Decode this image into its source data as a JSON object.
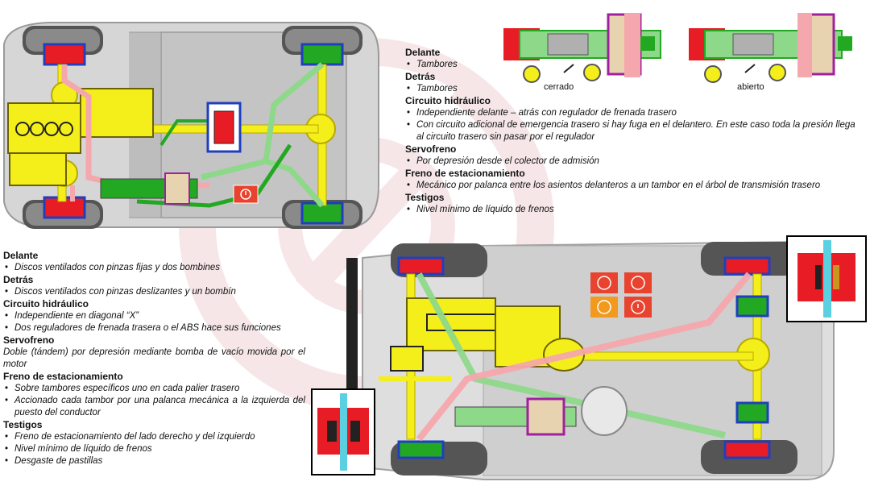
{
  "colors": {
    "engine": "#f4ef1a",
    "front_hydraulic": "#f4a7ac",
    "rear_hydraulic": "#8ed88a",
    "emergency_circuit": "#22a822",
    "caliper": "#e81c24",
    "drum_frame": "#1f3fbf",
    "watermark": "#e8b8bc",
    "warning_lamp": "#e8432e",
    "warning_lamp_amber": "#f29a1e"
  },
  "rear_system": {
    "sections": [
      {
        "heading": "Delante",
        "items": [
          "Tambores"
        ]
      },
      {
        "heading": "Detrás",
        "items": [
          "Tambores"
        ]
      },
      {
        "heading": "Circuito hidráulico",
        "items": [
          "Independiente delante – atrás con regulador de frenada trasero",
          "Con circuito adicional de emergencia trasero si hay fuga en el delantero. En este caso toda la presión llega al circuito trasero sin pasar por el regulador"
        ]
      },
      {
        "heading": "Servofreno",
        "items": [
          "Por depresión desde el colector de admisión"
        ]
      },
      {
        "heading": "Freno de estacionamiento",
        "items": [
          "Mecánico por palanca entre los asientos delanteros a un tambor en el árbol de transmisión trasero"
        ]
      },
      {
        "heading": "Testigos",
        "items": [
          "Nivel mínimo de líquido de frenos"
        ]
      }
    ]
  },
  "front_system": {
    "sections": [
      {
        "heading": "Delante",
        "items": [
          "Discos ventilados con pinzas fijas y dos bombines"
        ]
      },
      {
        "heading": "Detrás",
        "items": [
          "Discos ventilados con pinzas deslizantes y un bombín"
        ]
      },
      {
        "heading": "Circuito hidráulico",
        "items": [
          "Independiente en diagonal “X”",
          "Dos reguladores de frenada trasera o el ABS hace sus funciones"
        ]
      },
      {
        "heading": "Servofreno",
        "paragraph": "Doble (tándem) por depresión mediante bomba de vacío movida por el motor"
      },
      {
        "heading": "Freno de estacionamiento",
        "items": [
          "Sobre tambores específicos uno en cada palier trasero",
          "Accionado cada tambor por una palanca mecánica a la izquierda del puesto del conductor"
        ]
      },
      {
        "heading": "Testigos",
        "items": [
          "Freno de estacionamiento del lado derecho y del izquierdo",
          "Nivel mínimo de líquido de frenos",
          "Desgaste de pastillas"
        ]
      }
    ]
  },
  "detail_captions": {
    "closed": "cerrado",
    "open": "abierto"
  },
  "icons": [
    "brake-warning-icon",
    "park-left-icon",
    "park-right-icon",
    "pad-wear-icon",
    "watermark-logo"
  ]
}
